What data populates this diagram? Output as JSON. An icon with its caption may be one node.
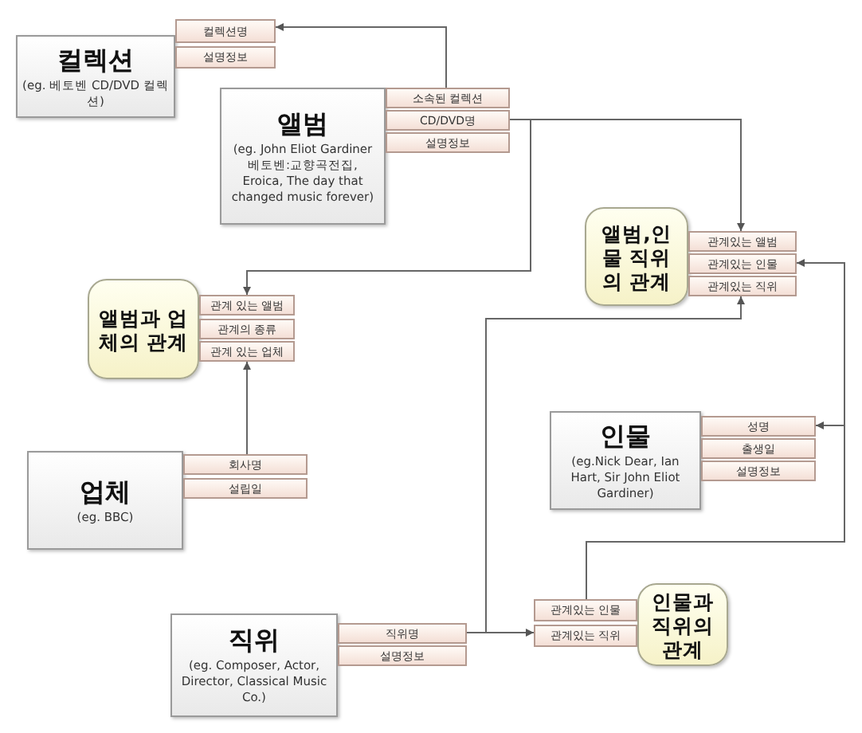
{
  "diagram": {
    "nodes": [
      {
        "text": [
          "컬렉션",
          "(eg. 베토벤 CD/DVD 컬렉션)"
        ]
      },
      {
        "text": [
          "컬렉션명"
        ]
      },
      {
        "text": [
          "설명정보"
        ]
      },
      {
        "text": [
          "앨범",
          "(eg. John Eliot Gardiner 베토벤:교향곡전집, Eroica, The day that changed music forever)"
        ]
      },
      {
        "text": [
          "소속된 컬렉션"
        ]
      },
      {
        "text": [
          "CD/DVD명"
        ]
      },
      {
        "text": [
          "설명정보"
        ]
      },
      {
        "text": [
          "앨범,인물 직위의 관계"
        ]
      },
      {
        "text": [
          "관계있는 앨범"
        ]
      },
      {
        "text": [
          "관계있는 인물"
        ]
      },
      {
        "text": [
          "관계있는 직위"
        ]
      },
      {
        "text": [
          "앨범과 업체의 관계"
        ]
      },
      {
        "text": [
          "관계 있는 앨범"
        ]
      },
      {
        "text": [
          "관계의 종류"
        ]
      },
      {
        "text": [
          "관계 있는 업체"
        ]
      },
      {
        "text": [
          "업체",
          "(eg. BBC)"
        ]
      },
      {
        "text": [
          "회사명"
        ]
      },
      {
        "text": [
          "설립일"
        ]
      },
      {
        "text": [
          "인물",
          "(eg.Nick Dear, Ian Hart, Sir John Eliot Gardiner)"
        ]
      },
      {
        "text": [
          "성명"
        ]
      },
      {
        "text": [
          "출생일"
        ]
      },
      {
        "text": [
          "설명정보"
        ]
      },
      {
        "text": [
          "직위",
          "(eg. Composer, Actor, Director, Classical Music Co.)"
        ]
      },
      {
        "text": [
          "직위명"
        ]
      },
      {
        "text": [
          "설명정보"
        ]
      },
      {
        "text": [
          "관계있는 인물"
        ]
      },
      {
        "text": [
          "관계있는 직위"
        ]
      },
      {
        "text": [
          "인물과 직위의 관계"
        ]
      }
    ],
    "edges": [
      {
        "from": 4,
        "to": 1,
        "arrow": "to"
      },
      {
        "from": 5,
        "to": 8,
        "arrow": "to"
      },
      {
        "from": 5,
        "to": 12,
        "arrow": "to"
      },
      {
        "from": 16,
        "to": 14,
        "arrow": "to"
      },
      {
        "from": 23,
        "to": 10,
        "arrow": "to"
      },
      {
        "from": 23,
        "to": 26,
        "arrow": "to"
      },
      {
        "from": 25,
        "to": 9,
        "arrow": "to"
      },
      {
        "from": 25,
        "to": 19,
        "arrow": "to"
      }
    ]
  }
}
